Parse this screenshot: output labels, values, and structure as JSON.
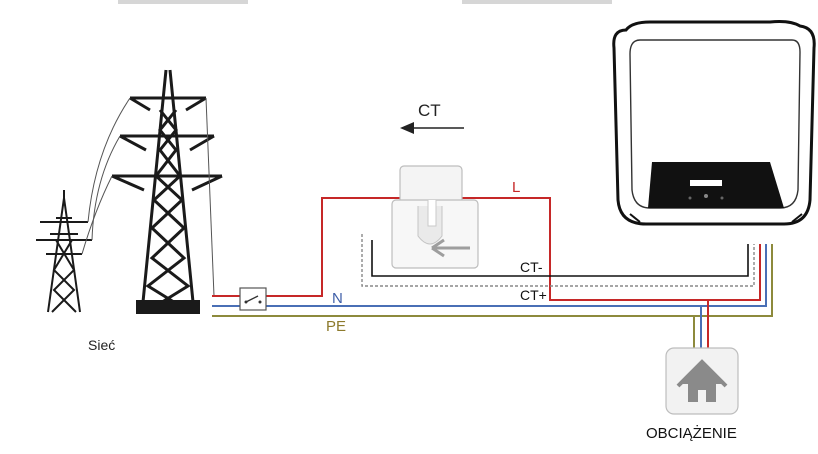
{
  "labels": {
    "ct_arrow": "CT",
    "line_l": "L",
    "line_n": "N",
    "line_pe": "PE",
    "ct_minus": "CT-",
    "ct_plus": "CT+",
    "grid": "Sieć",
    "load": "OBCIĄŻENIE"
  },
  "colors": {
    "line_l": "#c62828",
    "line_n": "#4a6fb5",
    "line_pe": "#8d8a3c",
    "ct_wire": "#111111",
    "label_n": "#3f5fa8",
    "label_pe": "#8d7a2c",
    "label_l": "#c62828"
  },
  "icons": {
    "pylon_large": "transmission-tower-icon",
    "pylon_small": "transmission-tower-icon",
    "switch": "circuit-breaker-icon",
    "ct_clamp": "current-transformer-clamp-icon",
    "inverter": "inverter-device-icon",
    "load": "house-icon"
  }
}
